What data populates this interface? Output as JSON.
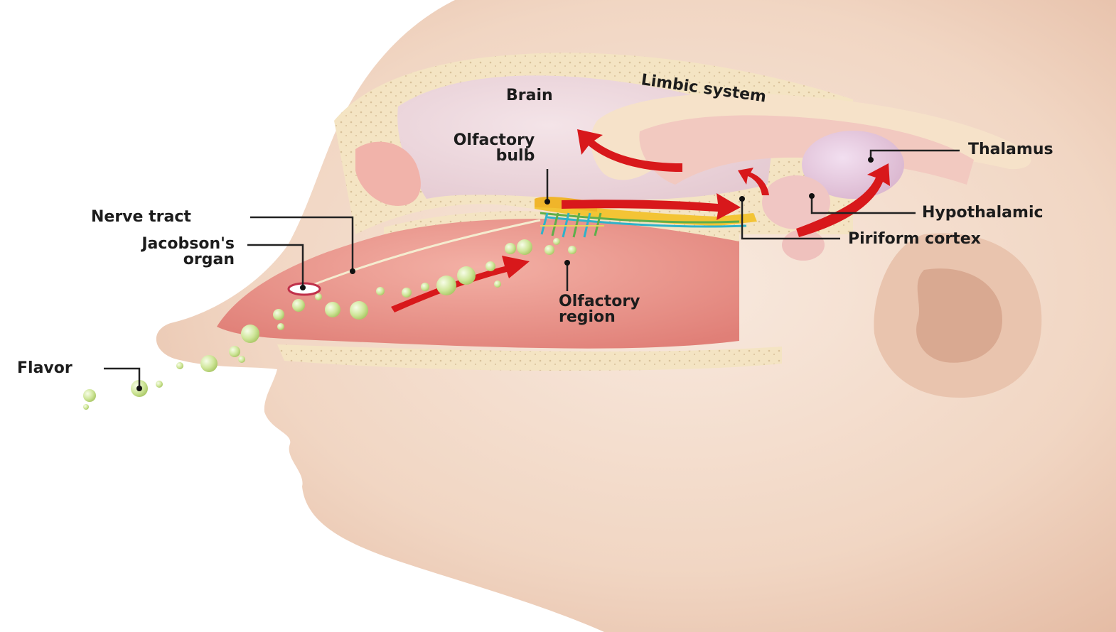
{
  "colors": {
    "skin_light": "#f6e5d8",
    "skin_mid": "#efcfba",
    "skin_shadow": "#d9a98f",
    "nasal_cavity": "#e78d85",
    "nasal_cavity_light": "#f4b4a8",
    "brain": "#ecd7dc",
    "limbic": "#f5d5cf",
    "bone": "#f4e4c3",
    "arrow": "#d8181b",
    "particle": "#cfe69a",
    "leader_line": "#222222"
  },
  "labels": {
    "brain": "Brain",
    "limbic_system": "Limbic system",
    "olfactory_bulb_line1": "Olfactory",
    "olfactory_bulb_line2": "bulb",
    "thalamus": "Thalamus",
    "hypothalamic": "Hypothalamic",
    "piriform_cortex": "Piriform cortex",
    "nerve_tract": "Nerve tract",
    "jacobsons_organ_line1": "Jacobson's",
    "jacobsons_organ_line2": "organ",
    "olfactory_region_line1": "Olfactory",
    "olfactory_region_line2": "region",
    "flavor": "Flavor"
  }
}
